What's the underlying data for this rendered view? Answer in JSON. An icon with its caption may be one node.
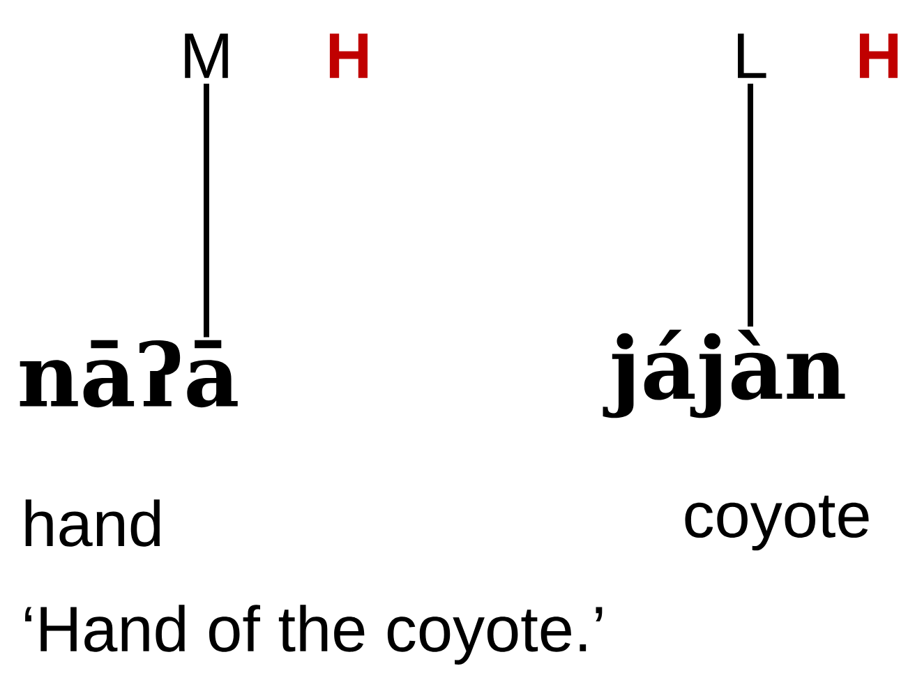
{
  "diagram": {
    "nodes": [
      {
        "text": [
          "M"
        ]
      },
      {
        "text": [
          "H"
        ]
      },
      {
        "text": [
          "nāʔā"
        ]
      },
      {
        "text": [
          "L"
        ]
      },
      {
        "text": [
          "H"
        ]
      },
      {
        "text": [
          "jájàn"
        ]
      }
    ],
    "edges": [
      {
        "from": 0,
        "to": 2,
        "arrow": "none"
      },
      {
        "from": 3,
        "to": 5,
        "arrow": "none"
      }
    ],
    "labels": [
      "hand",
      "coyote",
      "‘Hand of the coyote.’"
    ]
  }
}
